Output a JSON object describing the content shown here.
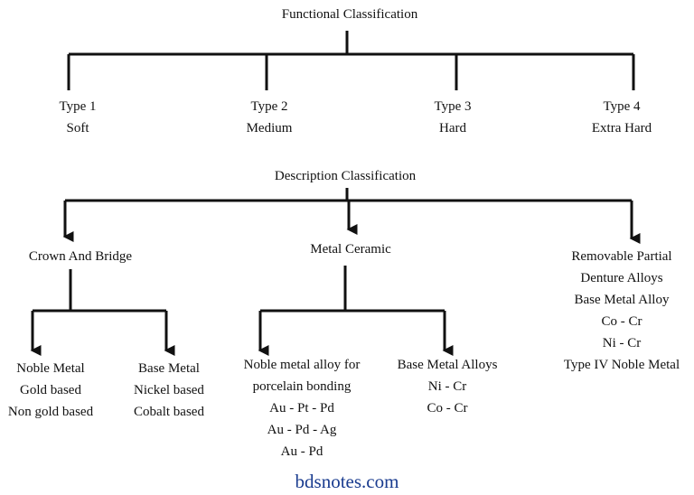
{
  "functional": {
    "title": "Functional Classification",
    "types": [
      {
        "name": "Type 1",
        "label": "Soft"
      },
      {
        "name": "Type 2",
        "label": "Medium"
      },
      {
        "name": "Type 3",
        "label": "Hard"
      },
      {
        "name": "Type 4",
        "label": "Extra Hard"
      }
    ]
  },
  "description": {
    "title": "Description Classification",
    "crown_bridge": {
      "title": "Crown And Bridge",
      "noble": [
        "Noble Metal",
        "Gold based",
        "Non gold based"
      ],
      "base": [
        "Base Metal",
        "Nickel based",
        "Cobalt based"
      ]
    },
    "metal_ceramic": {
      "title": "Metal Ceramic",
      "noble": [
        "Noble metal  alloy for",
        "porcelain bonding",
        "Au - Pt - Pd",
        "Au - Pd - Ag",
        "Au - Pd"
      ],
      "base": [
        "Base Metal Alloys",
        "Ni - Cr",
        "Co - Cr"
      ]
    },
    "removable": [
      "Removable Partial",
      "Denture Alloys",
      "Base Metal Alloy",
      "Co - Cr",
      "Ni - Cr",
      "Type IV Noble Metal"
    ]
  },
  "footer": "bdsnotes.com"
}
